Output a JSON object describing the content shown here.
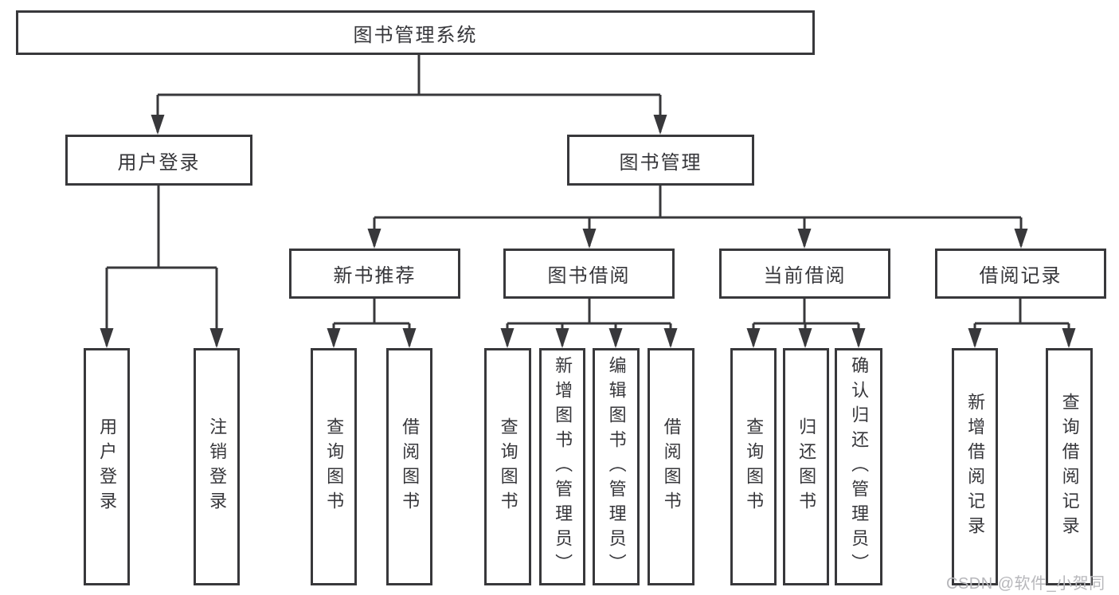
{
  "root": {
    "label": "图书管理系统"
  },
  "branches": [
    {
      "label": "用户登录",
      "children": [
        {
          "label": "用户登录"
        },
        {
          "label": "注销登录"
        }
      ]
    },
    {
      "label": "图书管理",
      "groups": [
        {
          "label": "新书推荐",
          "children": [
            {
              "label": "查询图书"
            },
            {
              "label": "借阅图书"
            }
          ]
        },
        {
          "label": "图书借阅",
          "children": [
            {
              "label": "查询图书"
            },
            {
              "label": "新增图书（管理员）"
            },
            {
              "label": "编辑图书（管理员）"
            },
            {
              "label": "借阅图书"
            }
          ]
        },
        {
          "label": "当前借阅",
          "children": [
            {
              "label": "查询图书"
            },
            {
              "label": "归还图书"
            },
            {
              "label": "确认归还（管理员）"
            }
          ]
        },
        {
          "label": "借阅记录",
          "children": [
            {
              "label": "新增借阅记录"
            },
            {
              "label": "查询借阅记录"
            }
          ]
        }
      ]
    }
  ],
  "watermark": {
    "text": "CSDN @软件_小贺同学"
  },
  "colors": {
    "line": "#38383b",
    "text": "#36363a",
    "watermark": "#b7b7bb",
    "background": "#ffffff"
  }
}
